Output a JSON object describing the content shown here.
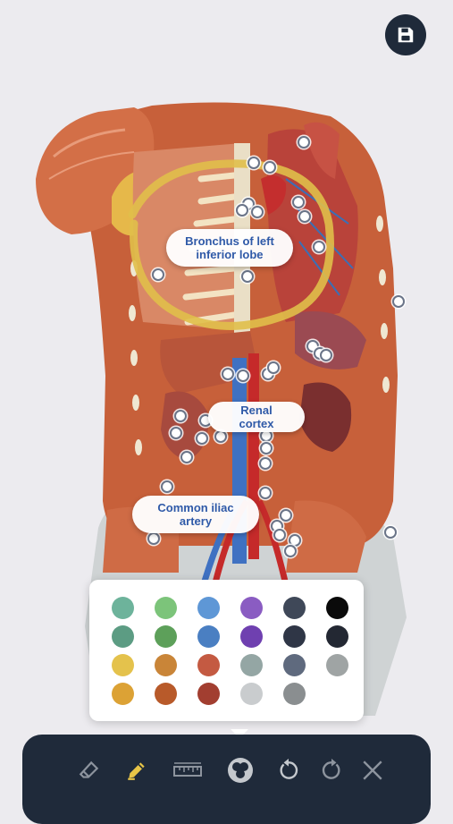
{
  "labels": {
    "bronchus": "Bronchus of left\ninferior lobe",
    "renal": "Renal cortex",
    "iliac": "Common iliac\nartery"
  },
  "palette_colors": [
    "#6db39b",
    "#7cc47a",
    "#5e97d6",
    "#8a5cc2",
    "#3f4858",
    "#0a0a0a",
    "#5c9c83",
    "#5da05a",
    "#4a7fc2",
    "#6f40b0",
    "#2f3646",
    "#232833",
    "#e4c24c",
    "#c98538",
    "#c45a42",
    "#94a6a4",
    "#5f6a7e",
    "#9fa4a4",
    "#dca235",
    "#b85a2a",
    "#a23e30",
    "#c9ccce",
    "#8a8e90"
  ],
  "toolbar": {
    "eraser_icon": "eraser-icon",
    "pencil_icon": "pencil-icon",
    "ruler_icon": "ruler-icon",
    "color_icon": "color-palette-icon",
    "undo_icon": "undo-icon",
    "redo_icon": "redo-icon",
    "close_icon": "close-icon",
    "active_tool": "pencil",
    "active_color": "#e8c547"
  },
  "save_icon": "save-icon"
}
